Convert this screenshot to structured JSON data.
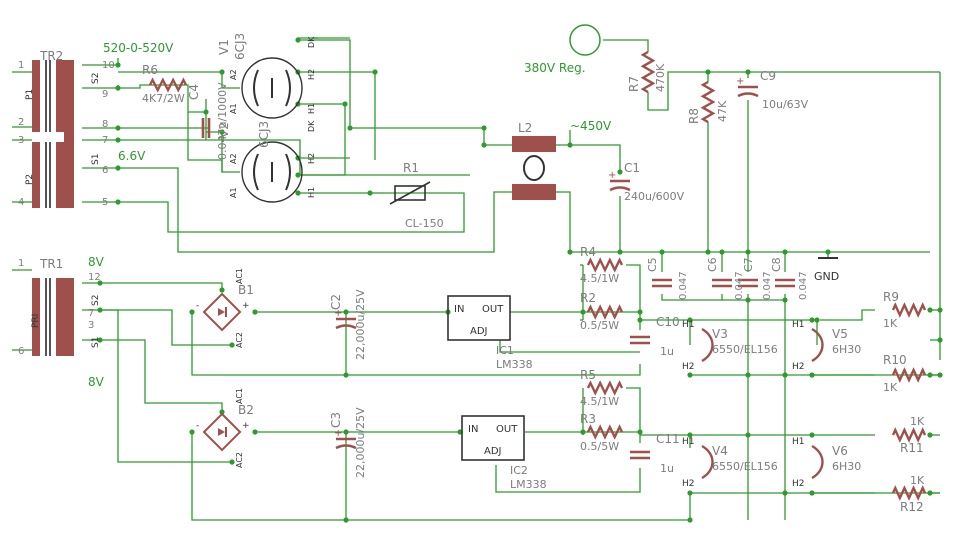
{
  "colors": {
    "background": "#ffffff",
    "wire": "#2e9b2e",
    "component": "#a0504c",
    "net_label": "#2e9b2e",
    "part_text": "#7d7d7d"
  },
  "transformers": [
    {
      "name": "TR2",
      "pins": [
        "1",
        "2",
        "3",
        "4",
        "10",
        "9",
        "8",
        "7",
        "6",
        "5"
      ],
      "windings": [
        "P1",
        "P2",
        "S2",
        "S1"
      ]
    },
    {
      "name": "TR1",
      "pins": [
        "1",
        "6",
        "12",
        "7",
        "3"
      ],
      "windings": [
        "PRI",
        "S2",
        "S1"
      ]
    }
  ],
  "net_labels": {
    "hv_tap": "520-0-520V",
    "heater_tap": "6.6V",
    "reg_out": "380V Reg.",
    "b_plus": "~450V",
    "tr1_out_top": "8V",
    "tr1_out_bottom": "8V",
    "ground": "GND"
  },
  "tubes": [
    {
      "ref": "V1",
      "type": "6CJ3",
      "pins": [
        "A2",
        "A1",
        "DK",
        "H2",
        "H1"
      ]
    },
    {
      "ref": "V2",
      "type": "6CJ3",
      "pins": [
        "A2",
        "A1",
        "DK",
        "H2",
        "H1"
      ]
    },
    {
      "ref": "V3",
      "type": "6550/EL156",
      "pins": [
        "H1",
        "H2"
      ]
    },
    {
      "ref": "V4",
      "type": "6550/EL156",
      "pins": [
        "H1",
        "H2"
      ]
    },
    {
      "ref": "V5",
      "type": "6H30",
      "pins": [
        "H1",
        "H2"
      ]
    },
    {
      "ref": "V6",
      "type": "6H30",
      "pins": [
        "H1",
        "H2"
      ]
    }
  ],
  "resistors": [
    {
      "ref": "R6",
      "value": "4K7/2W"
    },
    {
      "ref": "R7",
      "value": "470K"
    },
    {
      "ref": "R8",
      "value": "47K"
    },
    {
      "ref": "R1",
      "value": "CL-150"
    },
    {
      "ref": "R4",
      "value": "4.5/1W"
    },
    {
      "ref": "R2",
      "value": "0.5/5W"
    },
    {
      "ref": "R5",
      "value": "4.5/1W"
    },
    {
      "ref": "R3",
      "value": "0.5/5W"
    },
    {
      "ref": "R9",
      "value": "1K"
    },
    {
      "ref": "R10",
      "value": "1K"
    },
    {
      "ref": "R11",
      "value": "1K"
    },
    {
      "ref": "R12",
      "value": "1K"
    }
  ],
  "capacitors": [
    {
      "ref": "C4",
      "value": "0.047u/1000V"
    },
    {
      "ref": "C9",
      "value": "10u/63V"
    },
    {
      "ref": "C1",
      "value": "240u/600V"
    },
    {
      "ref": "C5",
      "value": "0.047"
    },
    {
      "ref": "C6",
      "value": "0.047"
    },
    {
      "ref": "C7",
      "value": "0.047"
    },
    {
      "ref": "C8",
      "value": "0.047"
    },
    {
      "ref": "C2",
      "value": "22,000u/25V"
    },
    {
      "ref": "C3",
      "value": "22,000u/25V"
    },
    {
      "ref": "C10",
      "value": "1u"
    },
    {
      "ref": "C11",
      "value": "1u"
    }
  ],
  "choke": {
    "ref": "L2"
  },
  "bridges": [
    {
      "ref": "B1",
      "pins": [
        "AC1",
        "AC2",
        "-",
        "+"
      ]
    },
    {
      "ref": "B2",
      "pins": [
        "AC1",
        "AC2",
        "-",
        "+"
      ]
    }
  ],
  "regulators": [
    {
      "ref": "IC1",
      "type": "LM338",
      "pins": [
        "IN",
        "OUT",
        "ADJ"
      ]
    },
    {
      "ref": "IC2",
      "type": "LM338",
      "pins": [
        "IN",
        "OUT",
        "ADJ"
      ]
    }
  ]
}
